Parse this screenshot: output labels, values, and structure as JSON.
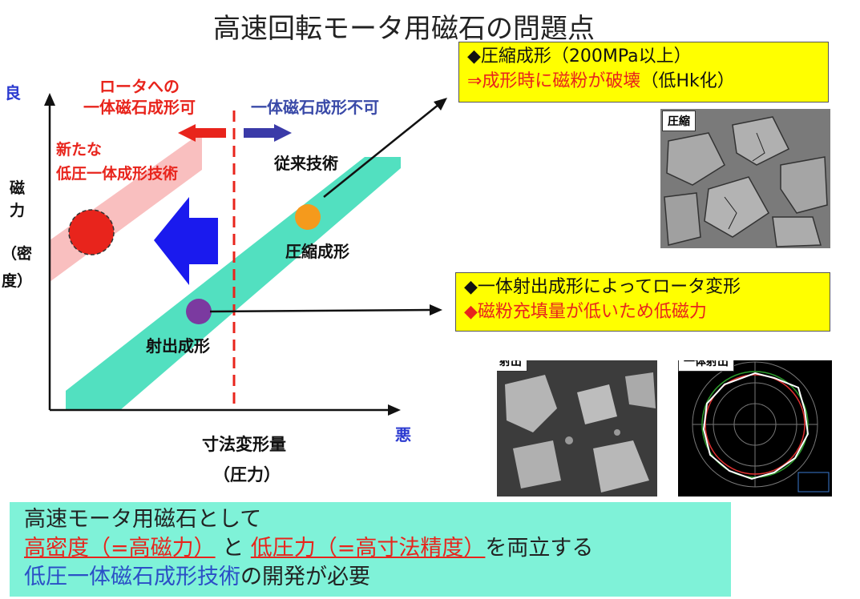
{
  "title": "高速回転モータ用磁石の問題点",
  "axes": {
    "y_good": "良",
    "y_label_1": "磁",
    "y_label_2": "力",
    "y_label_3": "（密",
    "y_label_4": "度）",
    "x_bad": "悪",
    "x_label": "寸法変形量",
    "x_label_sub": "（圧力）"
  },
  "regions": {
    "left_label_1": "ロータへの",
    "left_label_2": "一体磁石成形可",
    "right_label": "一体磁石成形不可",
    "new_tech_1": "新たな",
    "new_tech_2": "低圧一体成形技術",
    "conventional": "従来技術",
    "compression": "圧縮成形",
    "injection": "射出成形"
  },
  "callout_top": {
    "line1": "◆圧縮成形（200MPa以上）",
    "line2_a": "⇒成形時に磁粉が破壊",
    "line2_b": "（低Hk化）"
  },
  "callout_mid": {
    "line1": "◆一体射出成形によってロータ変形",
    "line2": "◆磁粉充填量が低いため低磁力"
  },
  "photo_tags": {
    "compression": "圧縮",
    "injection": "射出",
    "integrated_injection": "一体射出"
  },
  "bottom_box": {
    "line1": "高速モータ用磁石として",
    "line2_a": "高密度（=高磁力）",
    "line2_b": " と ",
    "line2_c": "低圧力（=高寸法精度）",
    "line2_d": "を両立する",
    "line3_a": "低圧一体磁石成形技術",
    "line3_b": "の開発が必要"
  },
  "colors": {
    "red": "#e8241c",
    "blue": "#3a4aa8",
    "teal_band": "#52e0c0",
    "pink_band": "#f8b8b8",
    "orange_dot": "#f59a1c",
    "purple_dot": "#7b3aa0",
    "yellow_box": "#ffff00",
    "bottom_box": "#7ff2d8"
  }
}
